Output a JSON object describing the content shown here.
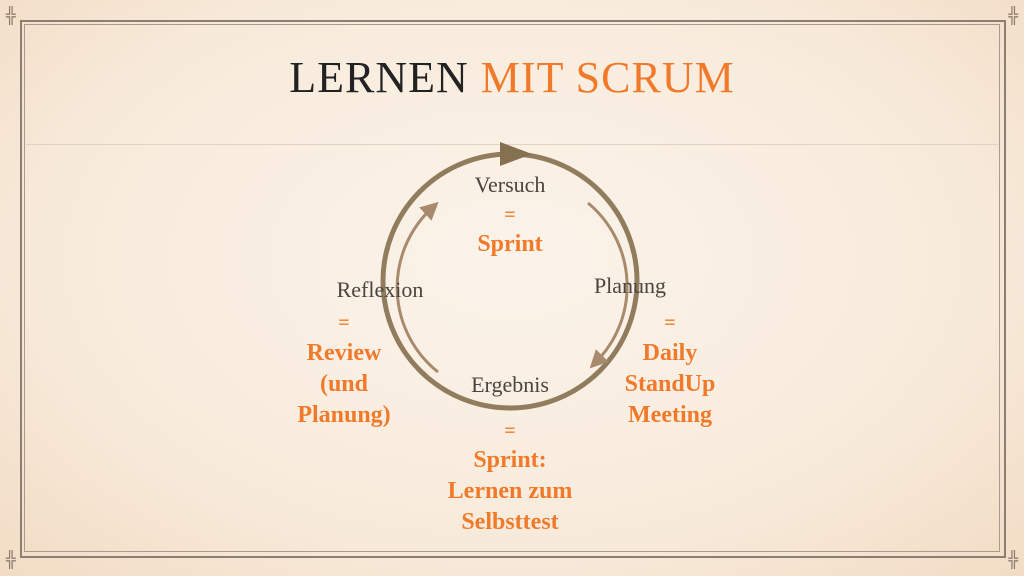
{
  "title": {
    "part1": "LERNEN",
    "part2": "MIT SCRUM"
  },
  "colors": {
    "accent": "#f07a2a",
    "ring": "#85704f",
    "arrow": "#a88a6c"
  },
  "nodes": {
    "top": {
      "label": "Versuch",
      "eq": "=",
      "value": "Sprint"
    },
    "right": {
      "label": "Planung",
      "eq": "=",
      "value": [
        "Daily",
        "StandUp",
        "Meeting"
      ]
    },
    "bottom": {
      "label": "Ergebnis",
      "eq": "=",
      "value": [
        "Sprint:",
        "Lernen zum",
        "Selbsttest"
      ]
    },
    "left": {
      "label": "Reflexion",
      "eq": "=",
      "value": [
        "Review",
        "(und",
        "Planung)"
      ]
    }
  }
}
